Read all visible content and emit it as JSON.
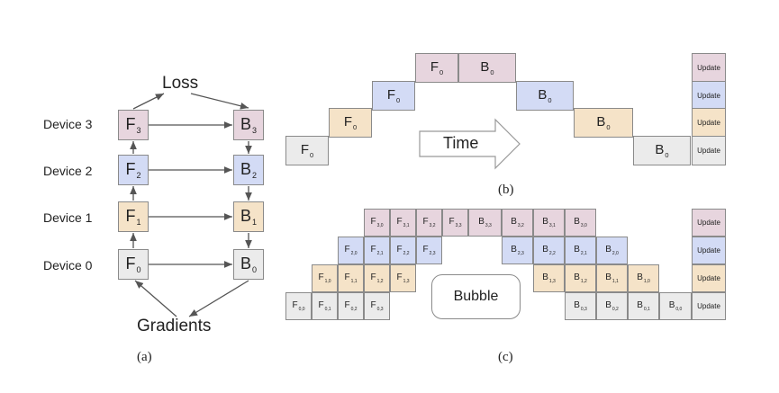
{
  "panel_a": {
    "caption": "(a)",
    "top_label": "Loss",
    "bottom_label": "Gradients",
    "devices": [
      "Device 3",
      "Device 2",
      "Device 1",
      "Device 0"
    ],
    "forward_boxes": [
      {
        "letter": "F",
        "sub": "3",
        "device": 3
      },
      {
        "letter": "F",
        "sub": "2",
        "device": 2
      },
      {
        "letter": "F",
        "sub": "1",
        "device": 1
      },
      {
        "letter": "F",
        "sub": "0",
        "device": 0
      }
    ],
    "backward_boxes": [
      {
        "letter": "B",
        "sub": "3",
        "device": 3
      },
      {
        "letter": "B",
        "sub": "2",
        "device": 2
      },
      {
        "letter": "B",
        "sub": "1",
        "device": 1
      },
      {
        "letter": "B",
        "sub": "0",
        "device": 0
      }
    ]
  },
  "panel_b": {
    "caption": "(b)",
    "arrow_label": "Time",
    "update_label": "Update",
    "cells": [
      {
        "letter": "F",
        "sub": "0",
        "device": 0,
        "kind": "fwd",
        "slot": 0
      },
      {
        "letter": "F",
        "sub": "0",
        "device": 1,
        "kind": "fwd",
        "slot": 1
      },
      {
        "letter": "F",
        "sub": "0",
        "device": 2,
        "kind": "fwd",
        "slot": 2
      },
      {
        "letter": "F",
        "sub": "0",
        "device": 3,
        "kind": "fwd",
        "slot": 3
      },
      {
        "letter": "B",
        "sub": "0",
        "device": 3,
        "kind": "bwd",
        "slot": 4
      },
      {
        "letter": "B",
        "sub": "0",
        "device": 2,
        "kind": "bwd",
        "slot": 5
      },
      {
        "letter": "B",
        "sub": "0",
        "device": 1,
        "kind": "bwd",
        "slot": 6
      },
      {
        "letter": "B",
        "sub": "0",
        "device": 0,
        "kind": "bwd",
        "slot": 7
      }
    ]
  },
  "panel_c": {
    "caption": "(c)",
    "bubble_label": "Bubble",
    "update_label": "Update",
    "cells": [
      {
        "letter": "F",
        "sub": "0,0",
        "device": 0,
        "kind": "fwd",
        "slot": 0
      },
      {
        "letter": "F",
        "sub": "0,1",
        "device": 0,
        "kind": "fwd",
        "slot": 1
      },
      {
        "letter": "F",
        "sub": "0,2",
        "device": 0,
        "kind": "fwd",
        "slot": 2
      },
      {
        "letter": "F",
        "sub": "0,3",
        "device": 0,
        "kind": "fwd",
        "slot": 3
      },
      {
        "letter": "F",
        "sub": "1,0",
        "device": 1,
        "kind": "fwd",
        "slot": 1
      },
      {
        "letter": "F",
        "sub": "1,1",
        "device": 1,
        "kind": "fwd",
        "slot": 2
      },
      {
        "letter": "F",
        "sub": "1,2",
        "device": 1,
        "kind": "fwd",
        "slot": 3
      },
      {
        "letter": "F",
        "sub": "1,3",
        "device": 1,
        "kind": "fwd",
        "slot": 4
      },
      {
        "letter": "F",
        "sub": "2,0",
        "device": 2,
        "kind": "fwd",
        "slot": 2
      },
      {
        "letter": "F",
        "sub": "2,1",
        "device": 2,
        "kind": "fwd",
        "slot": 3
      },
      {
        "letter": "F",
        "sub": "2,2",
        "device": 2,
        "kind": "fwd",
        "slot": 4
      },
      {
        "letter": "F",
        "sub": "2,3",
        "device": 2,
        "kind": "fwd",
        "slot": 5
      },
      {
        "letter": "F",
        "sub": "3,0",
        "device": 3,
        "kind": "fwd",
        "slot": 3
      },
      {
        "letter": "F",
        "sub": "3,1",
        "device": 3,
        "kind": "fwd",
        "slot": 4
      },
      {
        "letter": "F",
        "sub": "3,2",
        "device": 3,
        "kind": "fwd",
        "slot": 5
      },
      {
        "letter": "F",
        "sub": "3,3",
        "device": 3,
        "kind": "fwd",
        "slot": 6
      },
      {
        "letter": "B",
        "sub": "3,3",
        "device": 3,
        "kind": "bwd",
        "slot": 7
      },
      {
        "letter": "B",
        "sub": "3,2",
        "device": 3,
        "kind": "bwd",
        "slot": 8
      },
      {
        "letter": "B",
        "sub": "3,1",
        "device": 3,
        "kind": "bwd",
        "slot": 9
      },
      {
        "letter": "B",
        "sub": "3,0",
        "device": 3,
        "kind": "bwd",
        "slot": 10
      },
      {
        "letter": "B",
        "sub": "2,3",
        "device": 2,
        "kind": "bwd",
        "slot": 8
      },
      {
        "letter": "B",
        "sub": "2,2",
        "device": 2,
        "kind": "bwd",
        "slot": 9
      },
      {
        "letter": "B",
        "sub": "2,1",
        "device": 2,
        "kind": "bwd",
        "slot": 10
      },
      {
        "letter": "B",
        "sub": "2,0",
        "device": 2,
        "kind": "bwd",
        "slot": 11
      },
      {
        "letter": "B",
        "sub": "1,3",
        "device": 1,
        "kind": "bwd",
        "slot": 9
      },
      {
        "letter": "B",
        "sub": "1,2",
        "device": 1,
        "kind": "bwd",
        "slot": 10
      },
      {
        "letter": "B",
        "sub": "1,1",
        "device": 1,
        "kind": "bwd",
        "slot": 11
      },
      {
        "letter": "B",
        "sub": "1,0",
        "device": 1,
        "kind": "bwd",
        "slot": 12
      },
      {
        "letter": "B",
        "sub": "0,3",
        "device": 0,
        "kind": "bwd",
        "slot": 10
      },
      {
        "letter": "B",
        "sub": "0,2",
        "device": 0,
        "kind": "bwd",
        "slot": 11
      },
      {
        "letter": "B",
        "sub": "0,1",
        "device": 0,
        "kind": "bwd",
        "slot": 12
      },
      {
        "letter": "B",
        "sub": "0,0",
        "device": 0,
        "kind": "bwd",
        "slot": 13
      }
    ]
  },
  "colors": {
    "device_3": "#e7d5de",
    "device_2": "#d3dbf5",
    "device_1": "#f5e3c8",
    "device_0": "#ebebeb",
    "border": "#8a8a8a",
    "arrow": "#555555"
  }
}
